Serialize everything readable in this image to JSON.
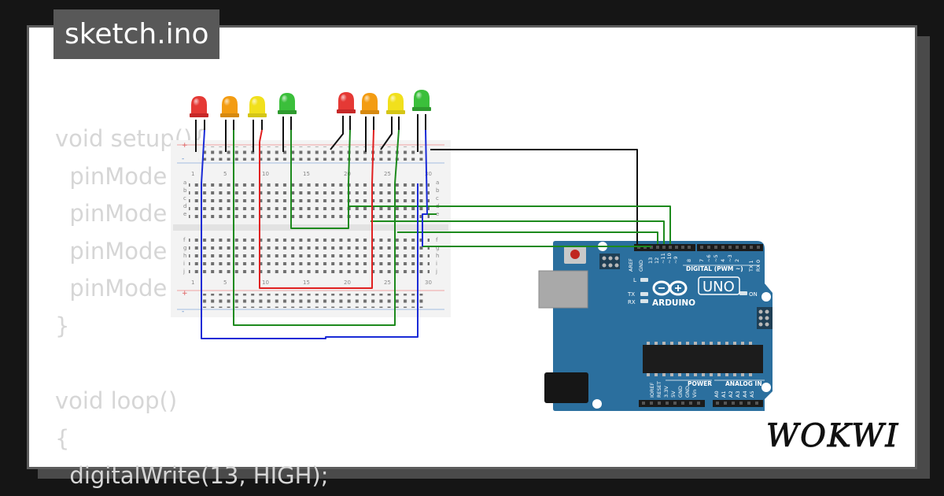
{
  "project": {
    "filename": "sketch.ino",
    "brand": "WOKWI"
  },
  "code_lines": [
    "void setup(){",
    "  pinMode",
    "  pinMode",
    "  pinMode",
    "  pinMode",
    "}",
    "",
    "void loop()",
    "{",
    "  digitalWrite(13, HIGH);"
  ],
  "breadboard": {
    "column_numbers": [
      "1",
      "5",
      "10",
      "15",
      "20",
      "25",
      "30"
    ],
    "row_letters_top": [
      "a",
      "b",
      "c",
      "d",
      "e"
    ],
    "row_letters_bottom": [
      "f",
      "g",
      "h",
      "i",
      "j"
    ],
    "rail_plus": "+",
    "rail_minus": "-"
  },
  "leds": [
    {
      "color": "red",
      "hex": "#e53935"
    },
    {
      "color": "orange",
      "hex": "#f39c12"
    },
    {
      "color": "yellow",
      "hex": "#f1e01c"
    },
    {
      "color": "green",
      "hex": "#3bbf3b"
    },
    {
      "color": "red",
      "hex": "#e53935"
    },
    {
      "color": "orange",
      "hex": "#f39c12"
    },
    {
      "color": "yellow",
      "hex": "#f1e01c"
    },
    {
      "color": "green",
      "hex": "#3bbf3b"
    }
  ],
  "arduino": {
    "model": "UNO",
    "brand": "ARDUINO",
    "digital_label": "DIGITAL (PWM ~)",
    "on_label": "ON",
    "led_labels": [
      "L",
      "TX",
      "RX"
    ],
    "power_label": "POWER",
    "analog_label": "ANALOG IN",
    "top_pins": [
      "AREF",
      "GND",
      "13",
      "12",
      "~11",
      "~10",
      "~9",
      "8",
      "7",
      "~6",
      "~5",
      "4",
      "~3",
      "2",
      "TX 1",
      "RX 0"
    ],
    "bottom_power_pins": [
      "IOREF",
      "RESET",
      "3.3V",
      "5V",
      "GND",
      "GND",
      "Vin"
    ],
    "analog_pins": [
      "A0",
      "A1",
      "A2",
      "A3",
      "A4",
      "A5"
    ]
  },
  "colors": {
    "board_blue": "#2b6f9e",
    "wire_black": "#111111",
    "wire_green": "#1d8a1d",
    "wire_red": "#e02020",
    "wire_blue": "#1a2bd6"
  }
}
